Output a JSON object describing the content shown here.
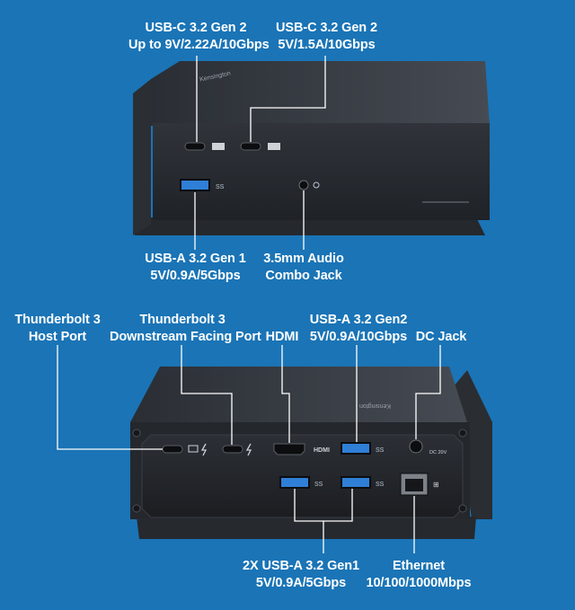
{
  "front_view": {
    "callouts": {
      "usbc_left": {
        "line1": "USB-C 3.2 Gen 2",
        "line2": "Up to 9V/2.22A/10Gbps"
      },
      "usbc_right": {
        "line1": "USB-C 3.2 Gen 2",
        "line2": "5V/1.5A/10Gbps"
      },
      "usba_front": {
        "line1": "USB-A 3.2 Gen 1",
        "line2": "5V/0.9A/5Gbps"
      },
      "audio": {
        "line1": "3.5mm Audio",
        "line2": "Combo Jack"
      }
    },
    "brand": "Kensington"
  },
  "rear_view": {
    "callouts": {
      "tb_host": {
        "line1": "Thunderbolt 3",
        "line2": "Host Port"
      },
      "tb_down": {
        "line1": "Thunderbolt 3",
        "line2": "Downstream Facing Port"
      },
      "hdmi": {
        "line1": "HDMI",
        "line2": ""
      },
      "usba_gen2": {
        "line1": "USB-A 3.2 Gen2",
        "line2": "5V/0.9A/10Gbps"
      },
      "dc_jack": {
        "line1": "DC Jack",
        "line2": ""
      },
      "usba_2x": {
        "line1": "2X USB-A 3.2 Gen1",
        "line2": "5V/0.9A/5Gbps"
      },
      "ethernet": {
        "line1": "Ethernet",
        "line2": "10/100/1000Mbps"
      }
    },
    "port_marks": {
      "hdmi": "HDMI",
      "ss": "SS",
      "dc": "DC 20V"
    },
    "brand": "Kensington"
  },
  "colors": {
    "background": "#1a74b6",
    "device_body": "#2a2d33",
    "device_top": "#3a3e45",
    "callout_line": "#ffffff",
    "usb_a_blue": "#2f7fd6"
  }
}
